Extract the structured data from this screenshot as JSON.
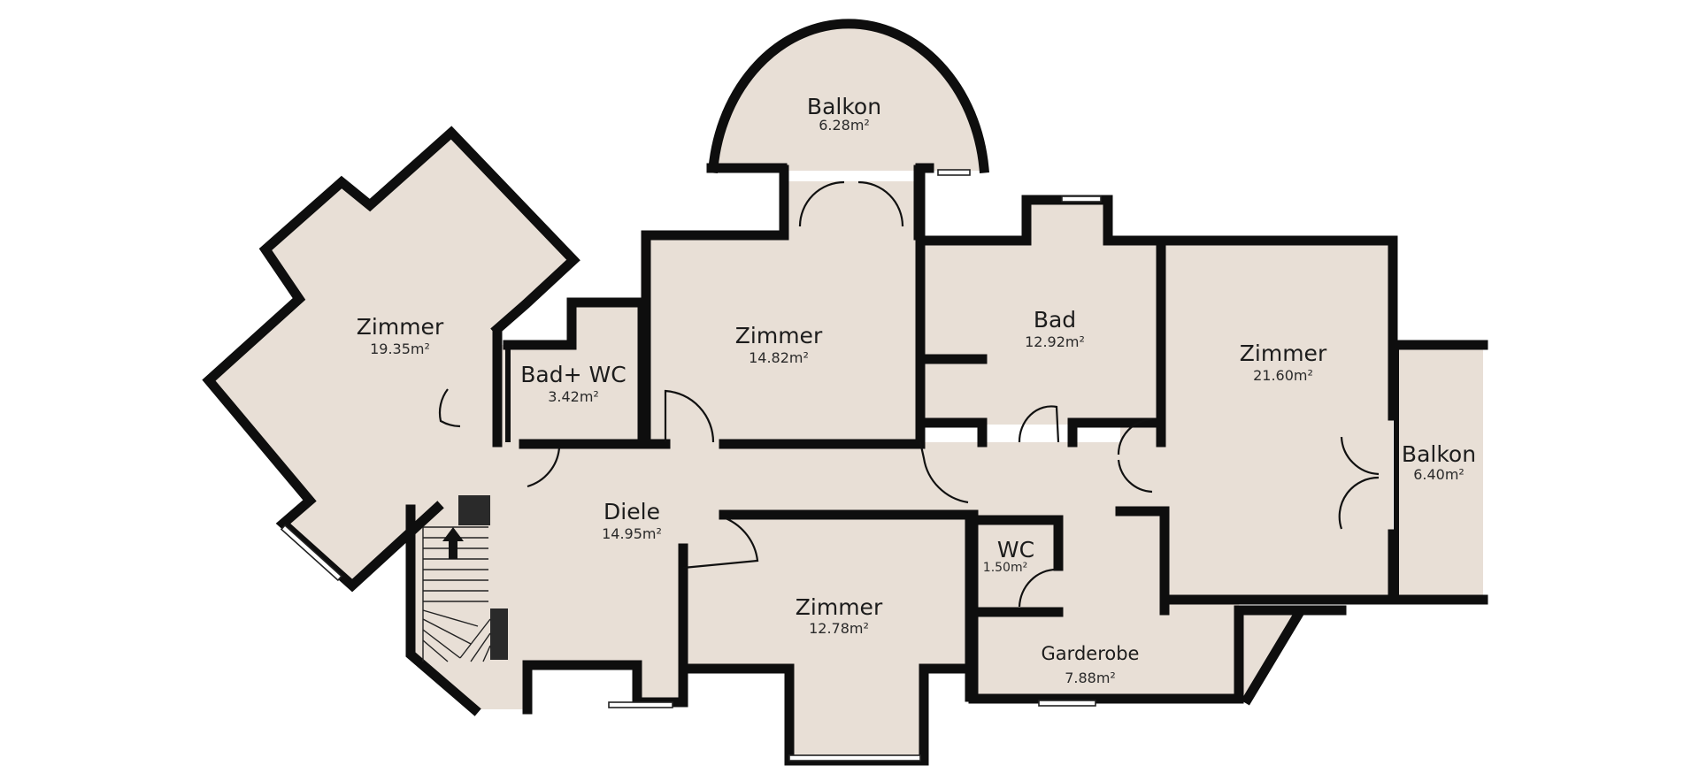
{
  "rooms": [
    {
      "id": "zimmer-nw",
      "name": "Zimmer",
      "area": "19.35m²"
    },
    {
      "id": "balkon-top",
      "name": "Balkon",
      "area": "6.28m²"
    },
    {
      "id": "bad-wc",
      "name": "Bad+ WC",
      "area": "3.42m²"
    },
    {
      "id": "zimmer-center",
      "name": "Zimmer",
      "area": "14.82m²"
    },
    {
      "id": "bad",
      "name": "Bad",
      "area": "12.92m²"
    },
    {
      "id": "zimmer-ne",
      "name": "Zimmer",
      "area": "21.60m²"
    },
    {
      "id": "balkon-right",
      "name": "Balkon",
      "area": "6.40m²"
    },
    {
      "id": "diele",
      "name": "Diele",
      "area": "14.95m²"
    },
    {
      "id": "wc",
      "name": "WC",
      "area": "1.50m²"
    },
    {
      "id": "zimmer-south",
      "name": "Zimmer",
      "area": "12.78m²"
    },
    {
      "id": "garderobe",
      "name": "Garderobe",
      "area": "7.88m²"
    }
  ],
  "colors": {
    "floor": "#e8dfd6",
    "wall": "#0e0e0e",
    "background": "#ffffff"
  },
  "icons": [
    "stair-arrow-icon"
  ]
}
